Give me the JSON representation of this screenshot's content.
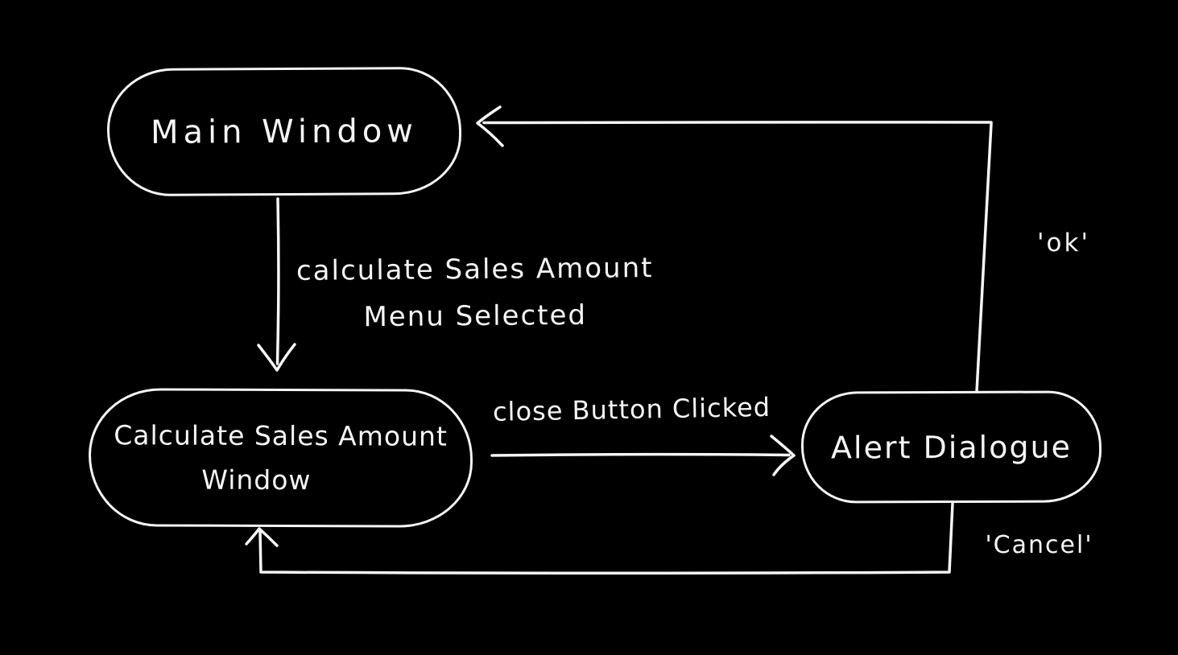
{
  "colors": {
    "background": "#000000",
    "ink": "#f5f5f5"
  },
  "nodes": {
    "main_window": {
      "label": "Main Window"
    },
    "calc_window": {
      "line1": "Calculate Sales Amount",
      "line2": "Window"
    },
    "alert_dialogue": {
      "label": "Alert Dialogue"
    }
  },
  "edges": {
    "menu_selected": {
      "line1": "calculate Sales Amount",
      "line2": "Menu Selected"
    },
    "close_clicked": {
      "label": "close Button Clicked"
    },
    "ok": {
      "label": "'ok'"
    },
    "cancel": {
      "label": "'Cancel'"
    }
  }
}
